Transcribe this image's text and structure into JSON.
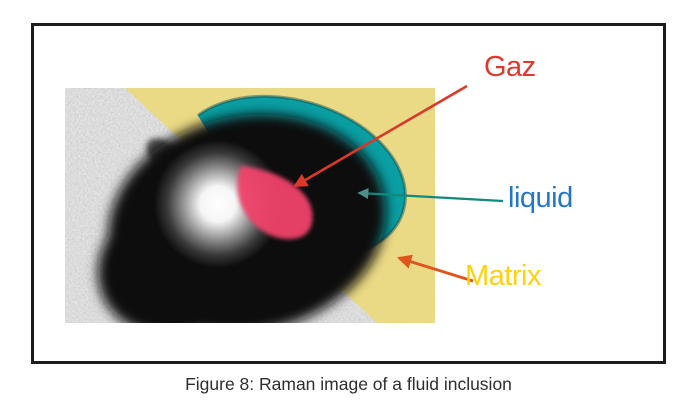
{
  "figure": {
    "caption": "Figure 8: Raman image of a fluid inclusion",
    "annotations": {
      "gas": {
        "label": "Gaz",
        "label_color": "#dd3a2c",
        "arrow_color": "#da382b"
      },
      "liquid": {
        "label": "liquid",
        "label_color": "#2277cc",
        "arrow_color": "#108a7d"
      },
      "matrix": {
        "label": "Matrix",
        "label_color": "#ffd20a",
        "arrow_color": "#e0541e"
      }
    },
    "region_colors": {
      "gas_region": "#f0436a",
      "liquid_region": "#0a9fa3",
      "matrix_region": "#ecd97e",
      "bubble": "#0c0c0c",
      "host_gray": "#d6d6d6"
    },
    "border_color": "#1c1c1c"
  }
}
